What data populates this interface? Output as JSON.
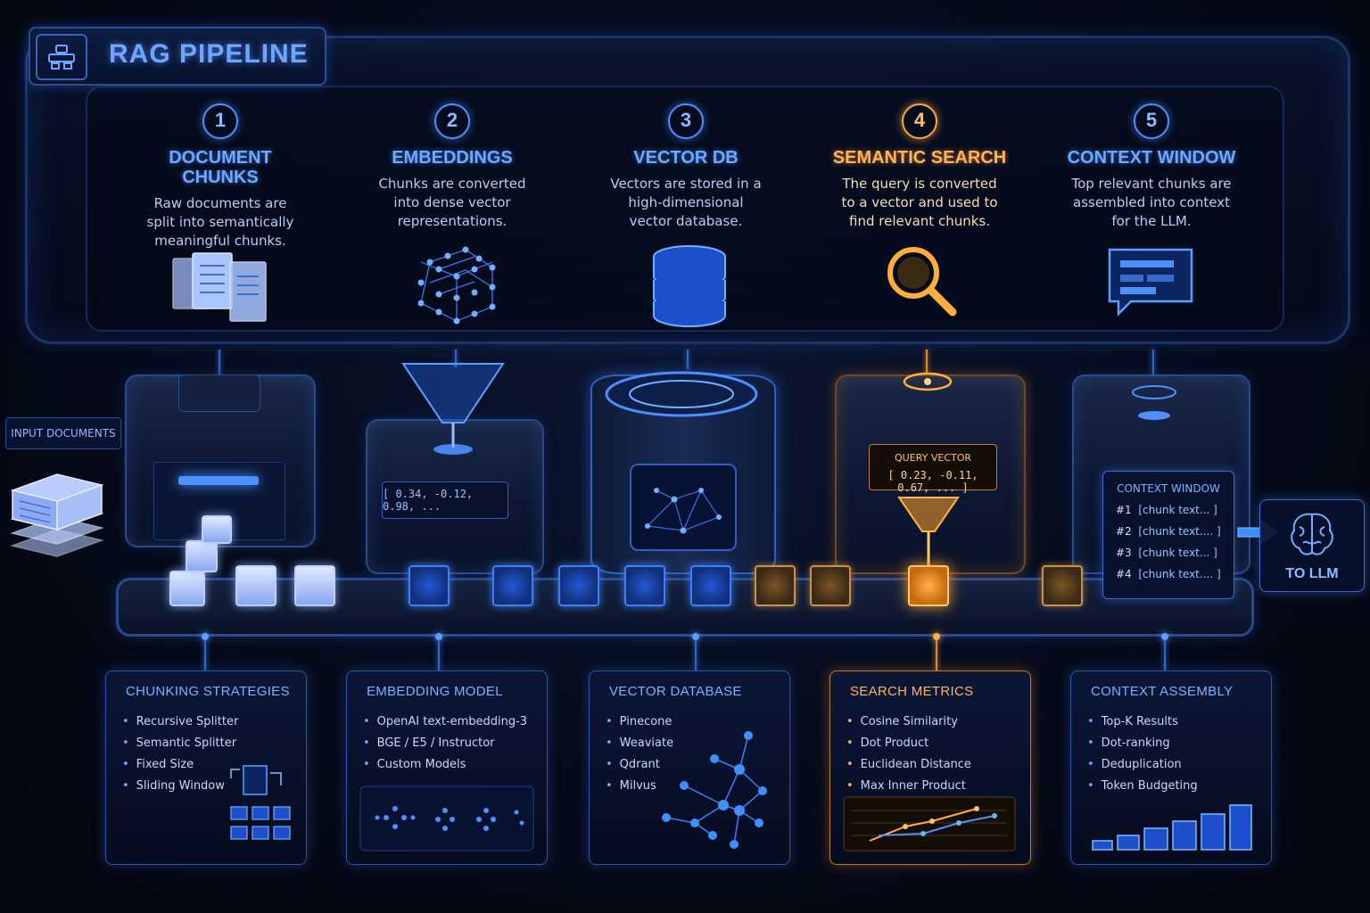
{
  "header": {
    "title": "RAG PIPELINE",
    "icon": "pipeline-icon"
  },
  "steps": [
    {
      "num": "1",
      "title_lines": [
        "DOCUMENT",
        "CHUNKS"
      ],
      "desc": [
        "Raw documents are",
        "split into semantically",
        "meaningful chunks."
      ],
      "icon": "documents-icon"
    },
    {
      "num": "2",
      "title_lines": [
        "EMBEDDINGS"
      ],
      "desc": [
        "Chunks are converted",
        "into dense vector",
        "representations."
      ],
      "icon": "cube-lattice-icon"
    },
    {
      "num": "3",
      "title_lines": [
        "VECTOR DB"
      ],
      "desc": [
        "Vectors are stored in a",
        "high-dimensional",
        "vector database."
      ],
      "icon": "database-icon"
    },
    {
      "num": "4",
      "title_lines": [
        "SEMANTIC SEARCH"
      ],
      "desc": [
        "The query is converted",
        "to a vector and used to",
        "find relevant chunks."
      ],
      "icon": "magnifier-icon"
    },
    {
      "num": "5",
      "title_lines": [
        "CONTEXT WINDOW"
      ],
      "desc": [
        "Top relevant chunks are",
        "assembled into context",
        "for the LLM."
      ],
      "icon": "chat-window-icon"
    }
  ],
  "pipeline": {
    "input_label": "INPUT DOCUMENTS",
    "embedding_screen": "[ 0.34, -0.12, 0.98, ...",
    "query_vector_label": "QUERY VECTOR",
    "query_vector_value": "[ 0.23, -0.11, 0.67, ... ]",
    "context_panel": {
      "title": "CONTEXT WINDOW",
      "rows": [
        {
          "id": "#1",
          "text": "[chunk text... ]"
        },
        {
          "id": "#2",
          "text": "[chunk text.... ]"
        },
        {
          "id": "#3",
          "text": "[chunk text... ]"
        },
        {
          "id": "#4",
          "text": "[chunk text.... ]"
        }
      ]
    },
    "llm_label": "TO LLM"
  },
  "cards": [
    {
      "title": "CHUNKING STRATEGIES",
      "items": [
        "Recursive Splitter",
        "Semantic Splitter",
        "Fixed Size",
        "Sliding Window"
      ]
    },
    {
      "title": "EMBEDDING MODEL",
      "items": [
        "OpenAI text-embedding-3",
        "BGE / E5 / Instructor",
        "Custom Models"
      ]
    },
    {
      "title": "VECTOR DATABASE",
      "items": [
        "Pinecone",
        "Weaviate",
        "Qdrant",
        "Milvus"
      ]
    },
    {
      "title": "SEARCH METRICS",
      "items": [
        "Cosine Similarity",
        "Dot Product",
        "Euclidean Distance",
        "Max Inner Product"
      ]
    },
    {
      "title": "CONTEXT ASSEMBLY",
      "items": [
        "Top-K Results",
        "Dot-ranking",
        "Deduplication",
        "Token Budgeting"
      ]
    }
  ],
  "colors": {
    "accent_blue": "#4d8fff",
    "accent_orange": "#ffa63a",
    "background": "#060b1a"
  }
}
